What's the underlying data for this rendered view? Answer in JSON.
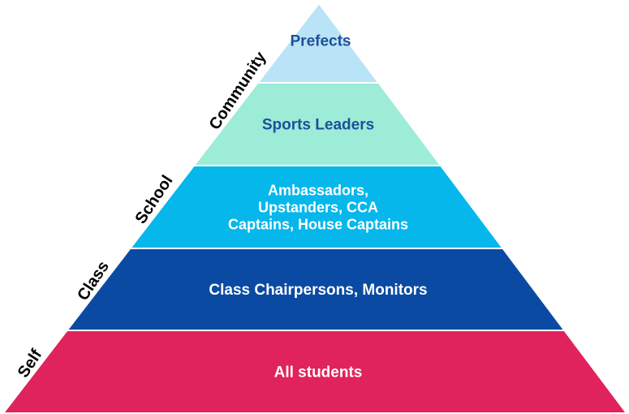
{
  "pyramid": {
    "tiers": [
      {
        "key": "prefects",
        "lines": [
          "Prefects"
        ],
        "fill": "#b9e4f7",
        "text_color": "#1f4e9a"
      },
      {
        "key": "sports-leaders",
        "lines": [
          "Sports Leaders"
        ],
        "fill": "#9cecd8",
        "text_color": "#1f4e9a"
      },
      {
        "key": "ambassadors",
        "lines": [
          "Ambassadors,",
          "Upstanders, CCA",
          "Captains, House Captains"
        ],
        "fill": "#06b7eb",
        "text_color": "#ffffff"
      },
      {
        "key": "class-chairpersons",
        "lines": [
          "Class Chairpersons, Monitors"
        ],
        "fill": "#0a4aa2",
        "text_color": "#ffffff"
      },
      {
        "key": "all-students",
        "lines": [
          "All students"
        ],
        "fill": "#e0235c",
        "text_color": "#ffffff"
      }
    ],
    "side_labels": [
      "Community",
      "School",
      "Class",
      "Self"
    ],
    "separator_color": "#ffffff"
  }
}
